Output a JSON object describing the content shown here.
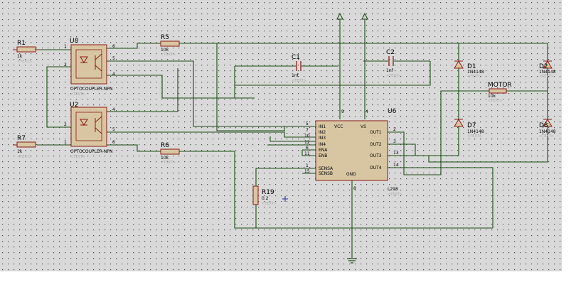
{
  "schematic": {
    "background": "#d9d9d9",
    "grid_dot": "#4a4a4a",
    "wire_color": "#1a4d14",
    "component_stroke": "#8a1c14",
    "component_fill": "#d8c6a2",
    "placeholder_text": "<TEXT>",
    "components": {
      "r1": {
        "ref": "R1",
        "value": "1k"
      },
      "r7": {
        "ref": "R7",
        "value": "1k"
      },
      "r5": {
        "ref": "R5",
        "value": "10k"
      },
      "r6": {
        "ref": "R6",
        "value": "10k"
      },
      "r19": {
        "ref": "R19",
        "value": "0.2"
      },
      "c1": {
        "ref": "C1",
        "value": "1nf"
      },
      "c2": {
        "ref": "C2",
        "value": "1nf"
      },
      "u8": {
        "ref": "U8",
        "value": "OPTOCOUPLER-NPN"
      },
      "u2": {
        "ref": "U2",
        "value": "OPTOCOUPLER-NPN"
      },
      "u6": {
        "ref": "U6",
        "value": "L298"
      },
      "d1": {
        "ref": "D1",
        "value": "1N4148"
      },
      "d2": {
        "ref": "D2",
        "value": "1N4148"
      },
      "d7": {
        "ref": "D7",
        "value": "1N4148"
      },
      "d8": {
        "ref": "D8",
        "value": "1N4148"
      },
      "motor": {
        "ref": "MOTOR",
        "value": "10k"
      }
    },
    "ic_pins_left": [
      "IN1",
      "IN2",
      "IN3",
      "IN4",
      "ENA",
      "ENB",
      "SENSA",
      "SENSB"
    ],
    "ic_pins_right": [
      "OUT1",
      "OUT2",
      "OUT3",
      "OUT4"
    ],
    "ic_pins_top": [
      "VCC",
      "VS"
    ],
    "ic_pins_bottom": [
      "GND"
    ],
    "pin_numbers": {
      "ic_left": [
        "5",
        "7",
        "10",
        "12",
        "6",
        "11",
        "1",
        "15"
      ],
      "ic_right": [
        "2",
        "3",
        "13",
        "14"
      ],
      "ic_top": [
        "9",
        "4"
      ],
      "ic_bottom": [
        "8"
      ],
      "u8": [
        "1",
        "2",
        "6",
        "5",
        "4"
      ],
      "u2": [
        "2",
        "1",
        "4",
        "5",
        "6"
      ]
    }
  }
}
